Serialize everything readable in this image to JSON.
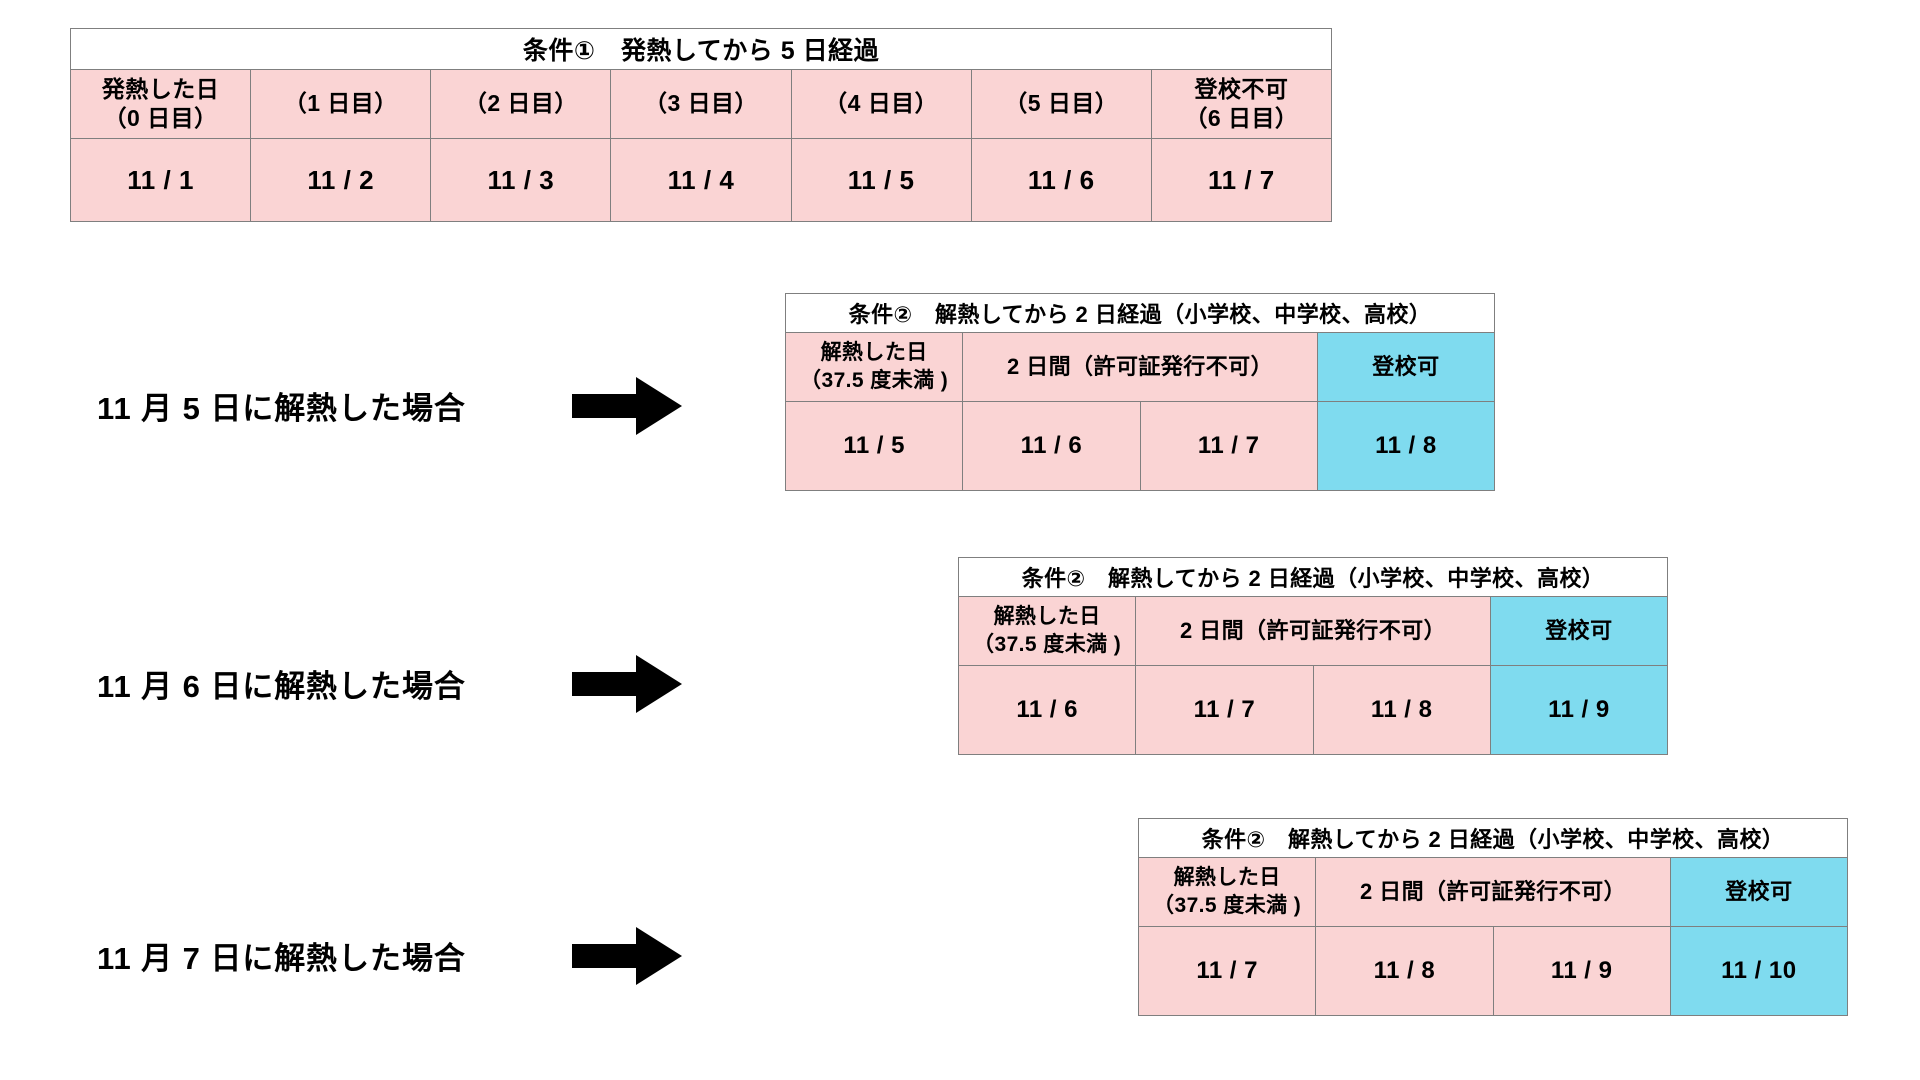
{
  "condition1": {
    "title": "条件①　発熱してから 5 日経過",
    "headers": [
      "発熱した日\n（0 日目）",
      "（1 日目）",
      "（2 日目）",
      "（3 日目）",
      "（4 日目）",
      "（5 日目）",
      "登校不可\n（6 日目）"
    ],
    "header_lines": [
      [
        "発熱した日",
        "（0 日目）"
      ],
      [
        "",
        "（1 日目）"
      ],
      [
        "",
        "（2 日目）"
      ],
      [
        "",
        "（3 日目）"
      ],
      [
        "",
        "（4 日目）"
      ],
      [
        "",
        "（5 日目）"
      ],
      [
        "登校不可",
        "（6 日目）"
      ]
    ],
    "dates": [
      "11 / 1",
      "11 / 2",
      "11 / 3",
      "11 / 4",
      "11 / 5",
      "11 / 6",
      "11 / 7"
    ]
  },
  "cases": [
    {
      "label": "11 月 5 日に解熱した場合",
      "arrow_icon": "right-arrow-icon",
      "table": {
        "title": "条件②　解熱してから 2 日経過（小学校、中学校、高校）",
        "header_col1_line1": "解熱した日",
        "header_col1_line2": "（37.5 度未満 )",
        "header_span": "2 日間（許可証発行不可）",
        "header_last": "登校可",
        "dates": [
          "11 / 5",
          "11 / 6",
          "11 / 7",
          "11 / 8"
        ]
      }
    },
    {
      "label": "11 月 6 日に解熱した場合",
      "arrow_icon": "right-arrow-icon",
      "table": {
        "title": "条件②　解熱してから 2 日経過（小学校、中学校、高校）",
        "header_col1_line1": "解熱した日",
        "header_col1_line2": "（37.5 度未満 )",
        "header_span": "2 日間（許可証発行不可）",
        "header_last": "登校可",
        "dates": [
          "11 / 6",
          "11 / 7",
          "11 / 8",
          "11 / 9"
        ]
      }
    },
    {
      "label": "11 月 7 日に解熱した場合",
      "arrow_icon": "right-arrow-icon",
      "table": {
        "title": "条件②　解熱してから 2 日経過（小学校、中学校、高校）",
        "header_col1_line1": "解熱した日",
        "header_col1_line2": "（37.5 度未満 )",
        "header_span": "2 日間（許可証発行不可）",
        "header_last": "登校可",
        "dates": [
          "11 / 7",
          "11 / 8",
          "11 / 9",
          "11 / 10"
        ]
      }
    }
  ],
  "colors": {
    "pink": "#fad4d4",
    "blue": "#7fdbef",
    "border": "#7f7f7f",
    "text": "#000000",
    "background": "#ffffff"
  }
}
